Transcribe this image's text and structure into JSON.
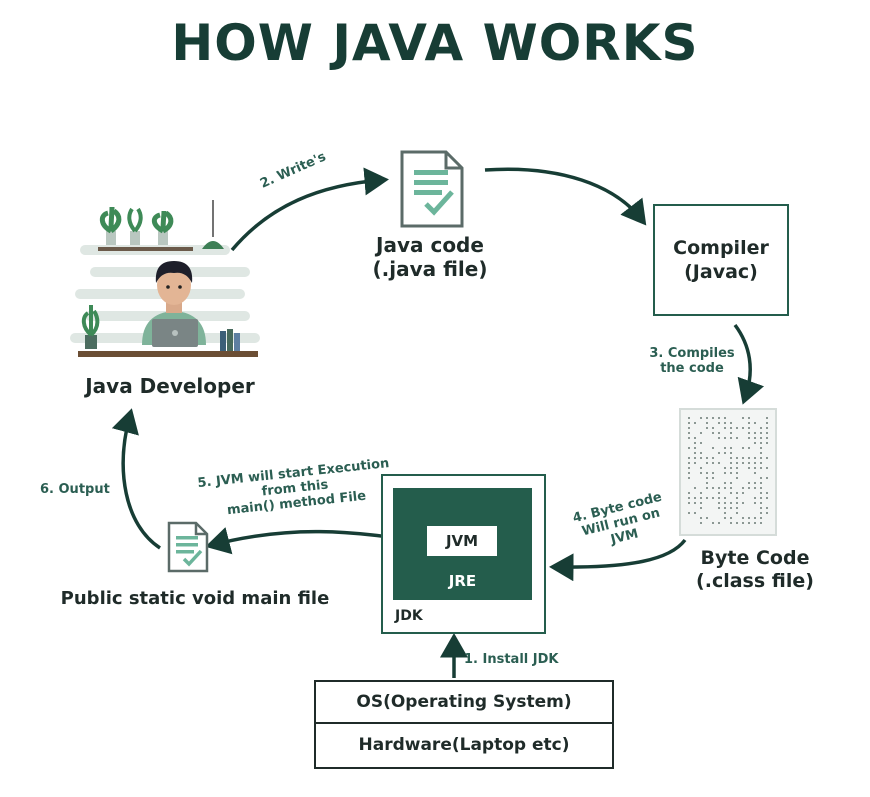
{
  "title": "HOW JAVA WORKS",
  "nodes": {
    "developer": "Java Developer",
    "java_code_line1": "Java code",
    "java_code_line2": "(.java file)",
    "compiler_line1": "Compiler",
    "compiler_line2": "(Javac)",
    "byte_code_line1": "Byte Code",
    "byte_code_line2": "(.class file)",
    "main_file": "Public static void main file",
    "jvm": "JVM",
    "jre": "JRE",
    "jdk": "JDK",
    "os": "OS(Operating System)",
    "hardware": "Hardware(Laptop etc)"
  },
  "steps": {
    "s1": "1. Install JDK",
    "s2": "2. Write's",
    "s3_line1": "3. Compiles",
    "s3_line2": "the code",
    "s4_line1": "4. Byte code",
    "s4_line2": "Will run on",
    "s4_line3": "JVM",
    "s5_line1": "5. JVM will start Execution",
    "s5_line2": "from this",
    "s5_line3": "main() method File",
    "s6": "6. Output"
  },
  "colors": {
    "dark_green": "#245d4c",
    "title_green": "#173d35",
    "light_green": "#dce9e2",
    "arrow": "#173d35"
  }
}
